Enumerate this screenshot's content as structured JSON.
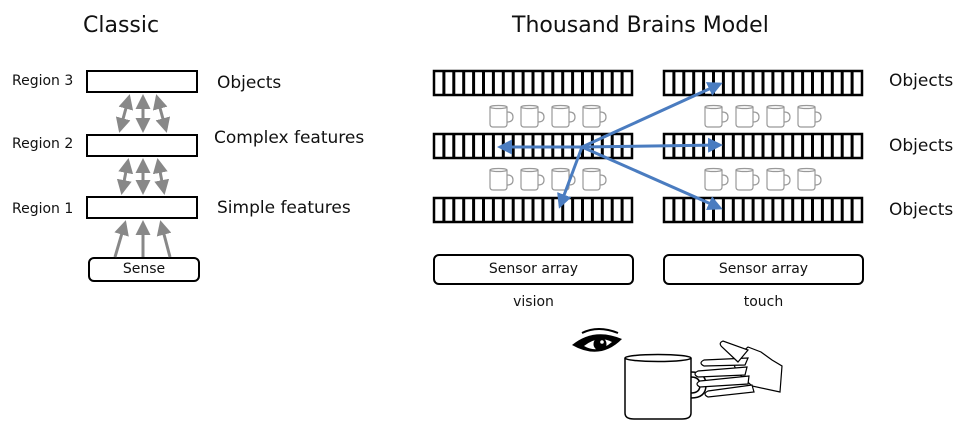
{
  "classic": {
    "title": "Classic",
    "regions": [
      "Region 3",
      "Region 2",
      "Region 1"
    ],
    "features": [
      "Objects",
      "Complex features",
      "Simple features"
    ],
    "sense_label": "Sense"
  },
  "tbm": {
    "title": "Thousand Brains Model",
    "column_labels": [
      "Objects",
      "Objects",
      "Objects"
    ],
    "sensor_left": "Sensor array",
    "sensor_right": "Sensor array",
    "modality_left": "vision",
    "modality_right": "touch"
  },
  "icons": [
    "mug-icon",
    "eye-icon",
    "hand-icon"
  ],
  "colors": {
    "arrow_gray": "#888888",
    "arrow_blue": "#4a7cc0",
    "line": "#000000"
  }
}
